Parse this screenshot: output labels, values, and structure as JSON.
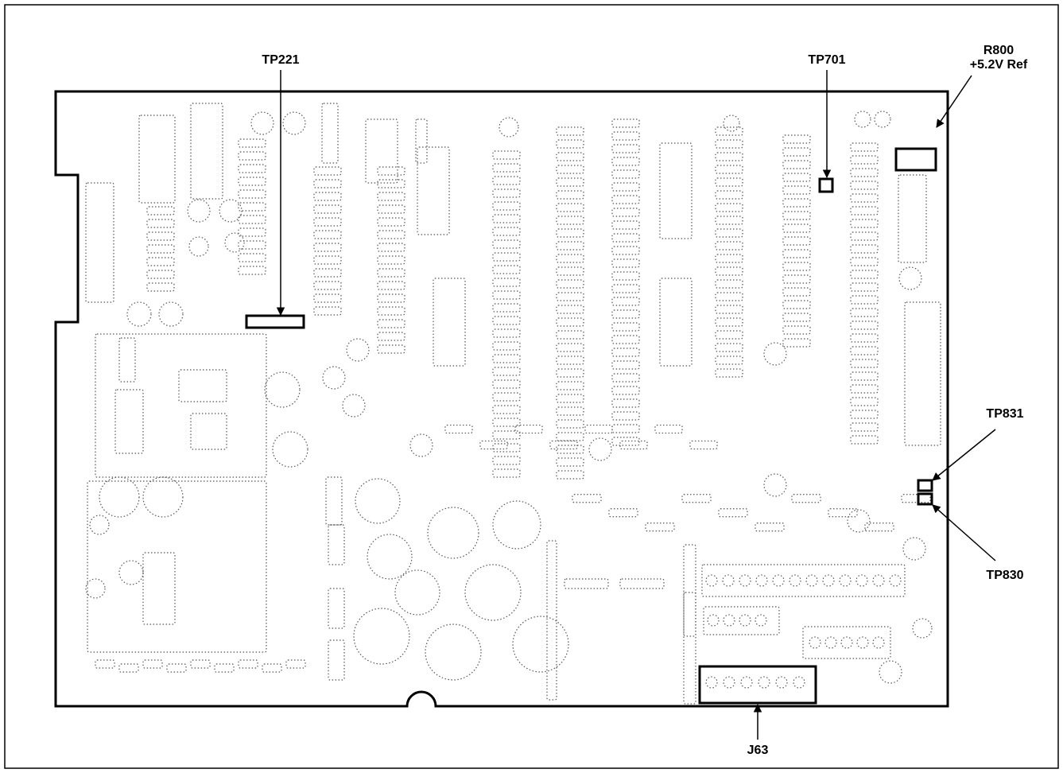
{
  "diagram": {
    "labels": {
      "tp221": "TP221",
      "tp701": "TP701",
      "r800_line1": "R800",
      "r800_line2": "+5.2V Ref",
      "tp831": "TP831",
      "tp830": "TP830",
      "j63": "J63"
    }
  }
}
